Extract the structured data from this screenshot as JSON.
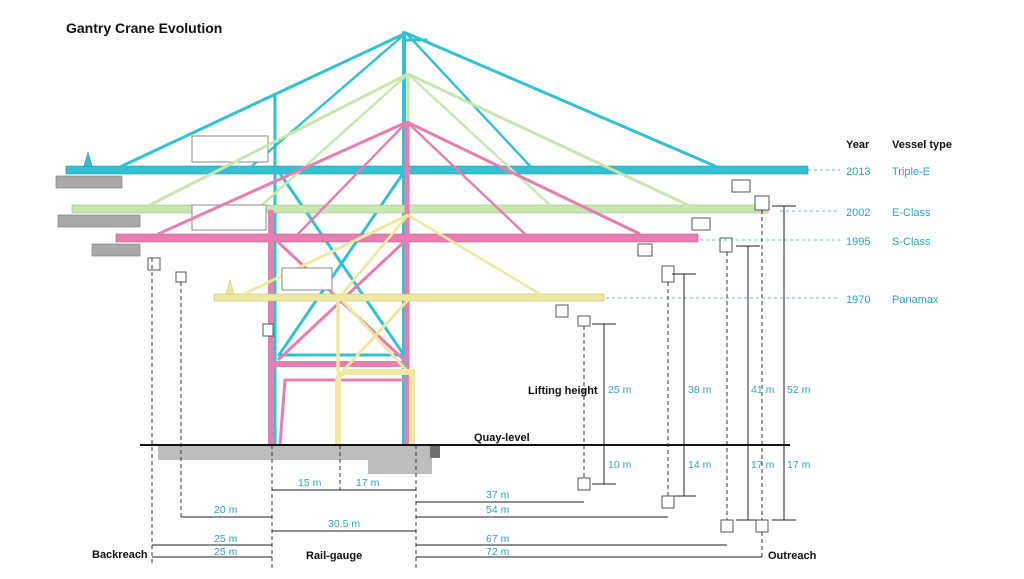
{
  "title": "Gantry Crane Evolution",
  "table": {
    "year_header": "Year",
    "vessel_header": "Vessel type",
    "rows": [
      {
        "year": "2013",
        "vessel": "Triple-E"
      },
      {
        "year": "2002",
        "vessel": "E-Class"
      },
      {
        "year": "1995",
        "vessel": "S-Class"
      },
      {
        "year": "1970",
        "vessel": "Panamax"
      }
    ]
  },
  "colors": {
    "crane_2013": "#33c1d2",
    "crane_2002": "#c6e7b0",
    "crane_1995": "#e77db1",
    "crane_1970": "#efe9a0",
    "dimension_text": "#2aa3c8",
    "ground": "#bdbdbd"
  },
  "labels": {
    "lifting_height": "Lifting height",
    "quay_level": "Quay-level",
    "backreach": "Backreach",
    "rail_gauge": "Rail-gauge",
    "outreach": "Outreach"
  },
  "dimensions": {
    "lift_1970": "25 m",
    "lift_1995": "38 m",
    "lift_2002": "41 m",
    "lift_2013": "52 m",
    "below_1970": "10 m",
    "below_1995": "14 m",
    "below_2002": "17 m",
    "below_2013": "17 m",
    "gauge_1970a": "15 m",
    "gauge_1970b": "17 m",
    "gauge_modern": "30.5 m",
    "back_1970": "20 m",
    "back_a": "25 m",
    "back_b": "25 m",
    "out_1970": "37 m",
    "out_1995": "54 m",
    "out_2002": "67 m",
    "out_2013": "72 m"
  }
}
